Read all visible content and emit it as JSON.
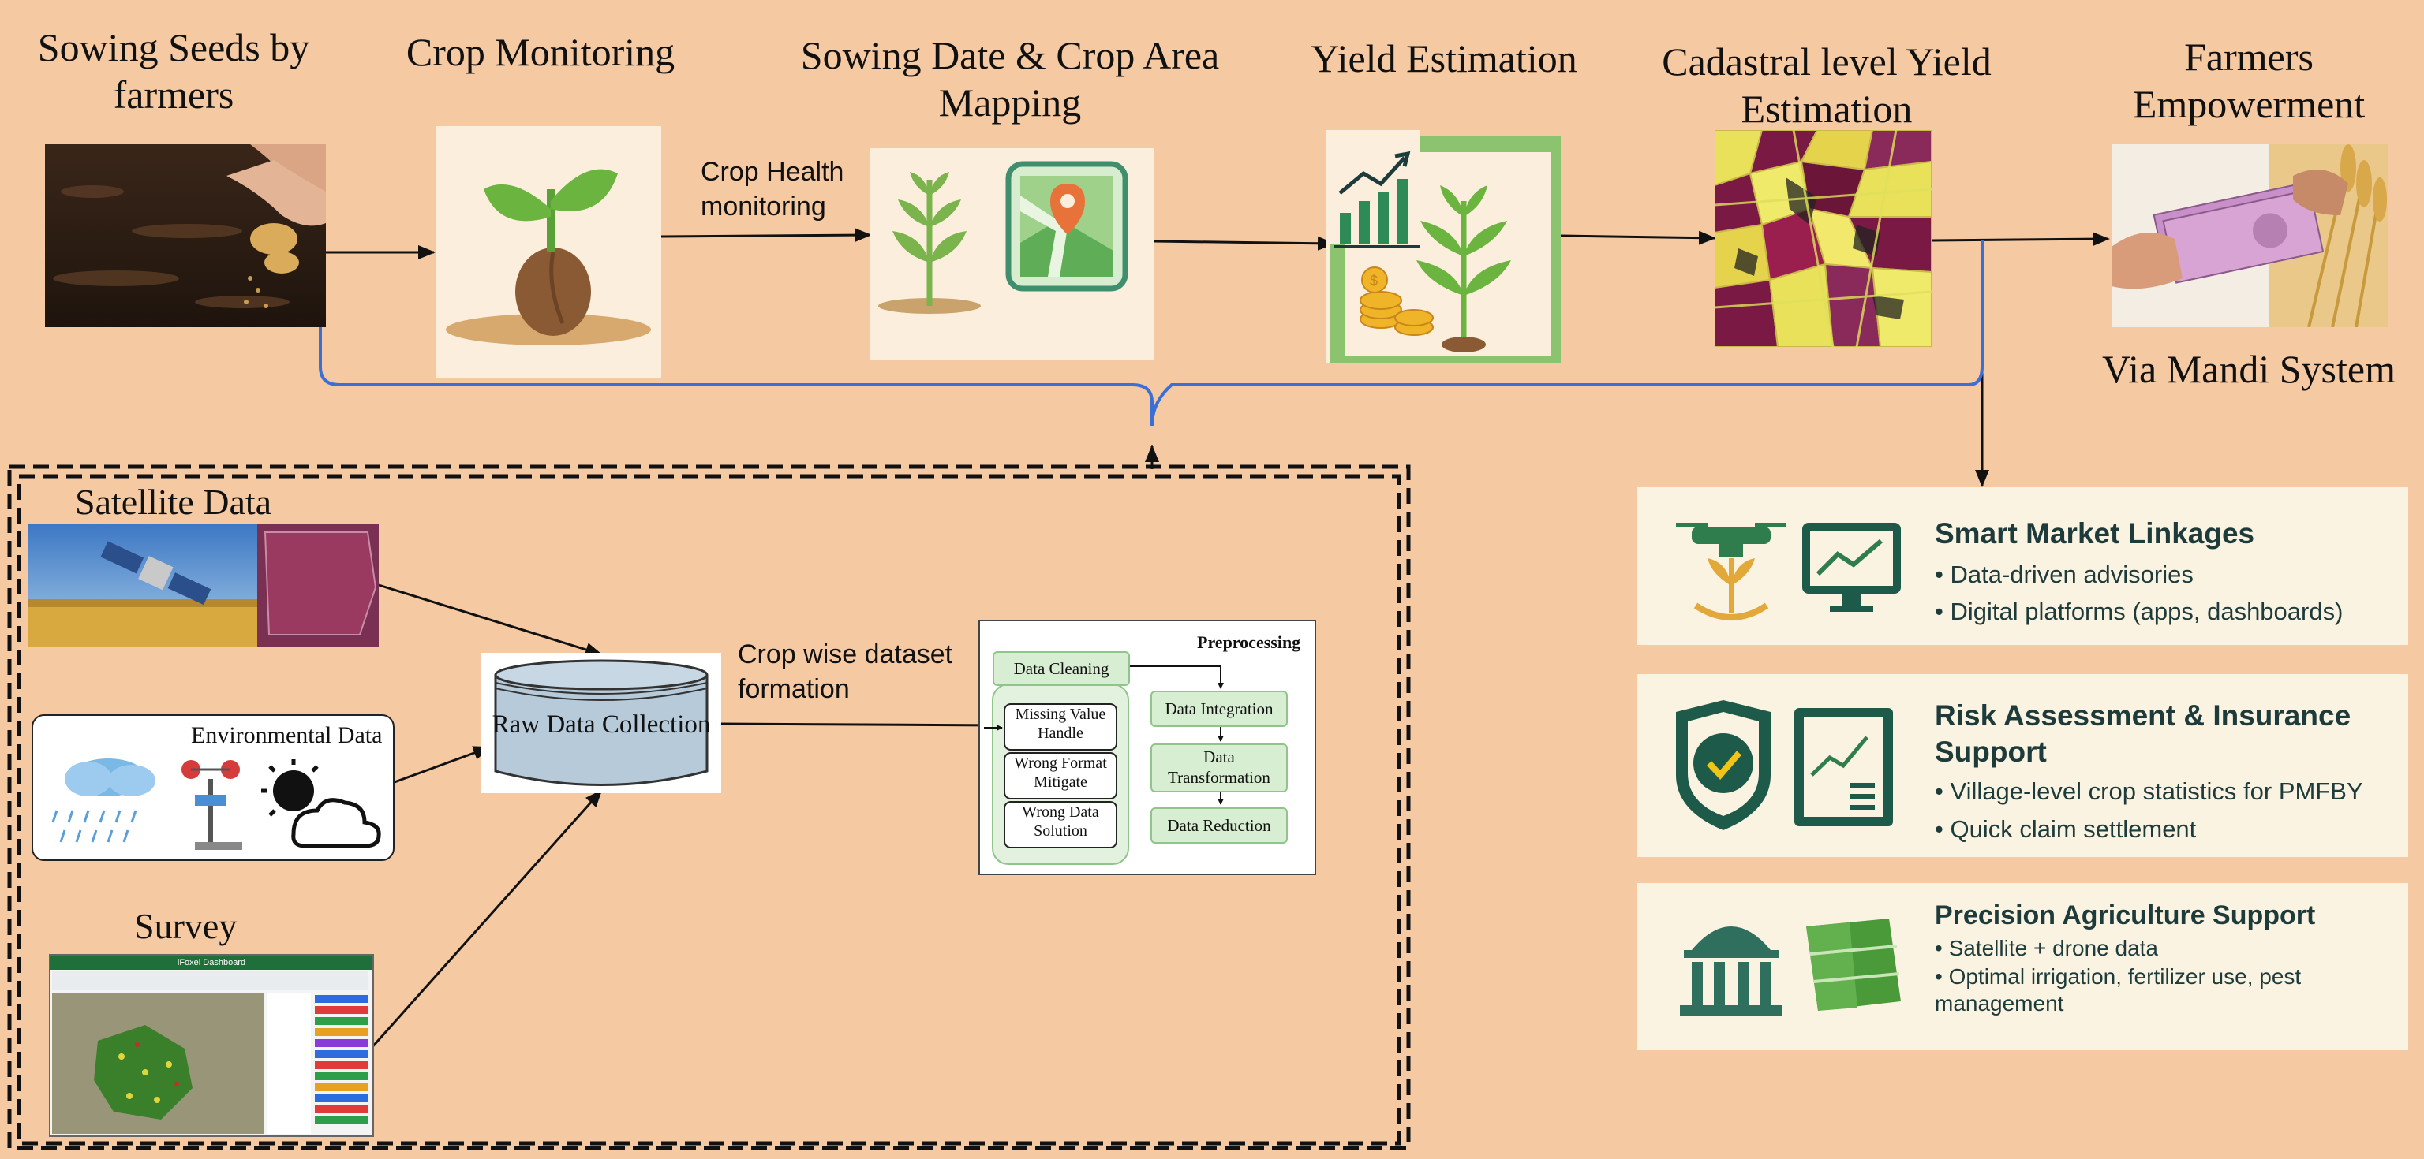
{
  "stages": {
    "sowing_seeds": "Sowing Seeds by farmers",
    "crop_monitoring": "Crop Monitoring",
    "sowing_date_mapping": "Sowing Date & Crop Area Mapping",
    "yield_estimation": "Yield Estimation",
    "cadastral_yield": "Cadastral level Yield Estimation",
    "farmers_empowerment": "Farmers Empowerment"
  },
  "connectors": {
    "crop_health": "Crop Health monitoring",
    "via_mandi": "Via Mandi System",
    "crop_wise": "Crop wise dataset formation"
  },
  "sources": {
    "satellite": "Satellite Data",
    "environmental": "Environmental Data",
    "survey": "Survey"
  },
  "raw_data": "Raw Data Collection",
  "preprocessing": {
    "title": "Preprocessing",
    "data_cleaning": "Data Cleaning",
    "missing_value": "Missing Value Handle",
    "wrong_format": "Wrong Format Mitigate",
    "wrong_data": "Wrong Data Solution",
    "data_integration": "Data Integration",
    "data_transformation": "Data Transformation",
    "data_reduction": "Data Reduction"
  },
  "survey_dashboard": {
    "title": "iFoxel Dashboard"
  },
  "cards": [
    {
      "title": "Smart Market Linkages",
      "bullets": [
        "• Data-driven advisories",
        "• Digital platforms (apps, dashboards)"
      ],
      "icons": [
        "drone-plant-icon",
        "monitor-chart-icon"
      ]
    },
    {
      "title": "Risk Assessment & Insurance Support",
      "bullets": [
        "• Village-level crop statistics for PMFBY",
        "• Quick claim settlement"
      ],
      "icons": [
        "shield-check-icon",
        "report-chart-icon"
      ]
    },
    {
      "title": "Precision Agriculture Support",
      "bullets": [
        "• Satellite + drone data",
        "• Optimal irrigation, fertilizer use, pest management"
      ],
      "icons": [
        "government-building-icon",
        "field-map-icon"
      ]
    }
  ],
  "colors": {
    "background": "#f5c9a2",
    "card": "#fbf3e2",
    "card_text": "#1e3b3b",
    "green": "#2f7d4c",
    "bracket": "#3a6fd8"
  }
}
